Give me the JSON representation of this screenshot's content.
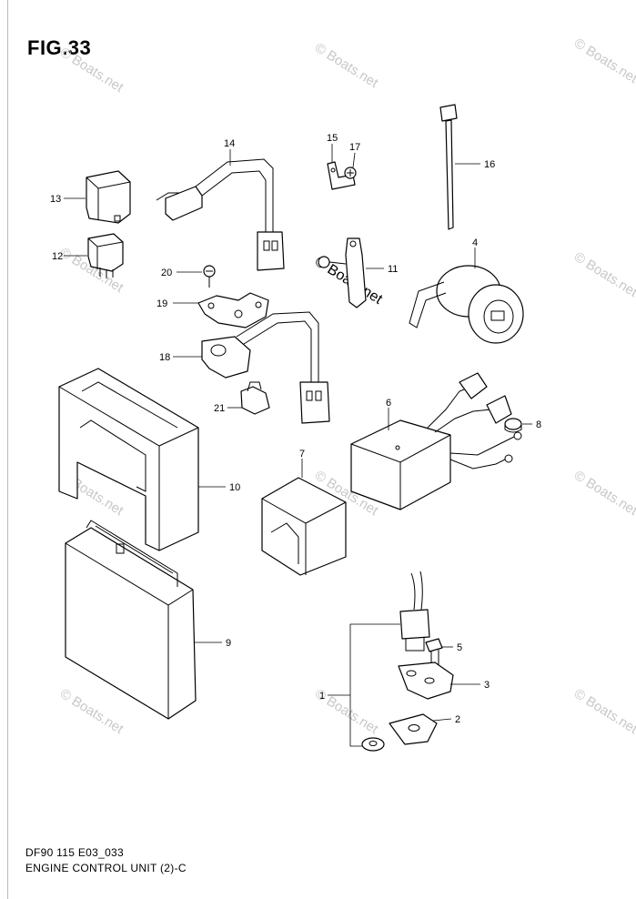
{
  "figure": {
    "title": "FIG.33",
    "code": "DF90 115 E03_033",
    "name": "ENGINE CONTROL UNIT (2)-C"
  },
  "watermark": {
    "text": "© Boats.net",
    "color": "#c8c8c8"
  },
  "callouts": [
    "1",
    "2",
    "3",
    "4",
    "5",
    "6",
    "7",
    "8",
    "9",
    "10",
    "11",
    "12",
    "13",
    "14",
    "15",
    "16",
    "17",
    "18",
    "19",
    "20",
    "21"
  ]
}
